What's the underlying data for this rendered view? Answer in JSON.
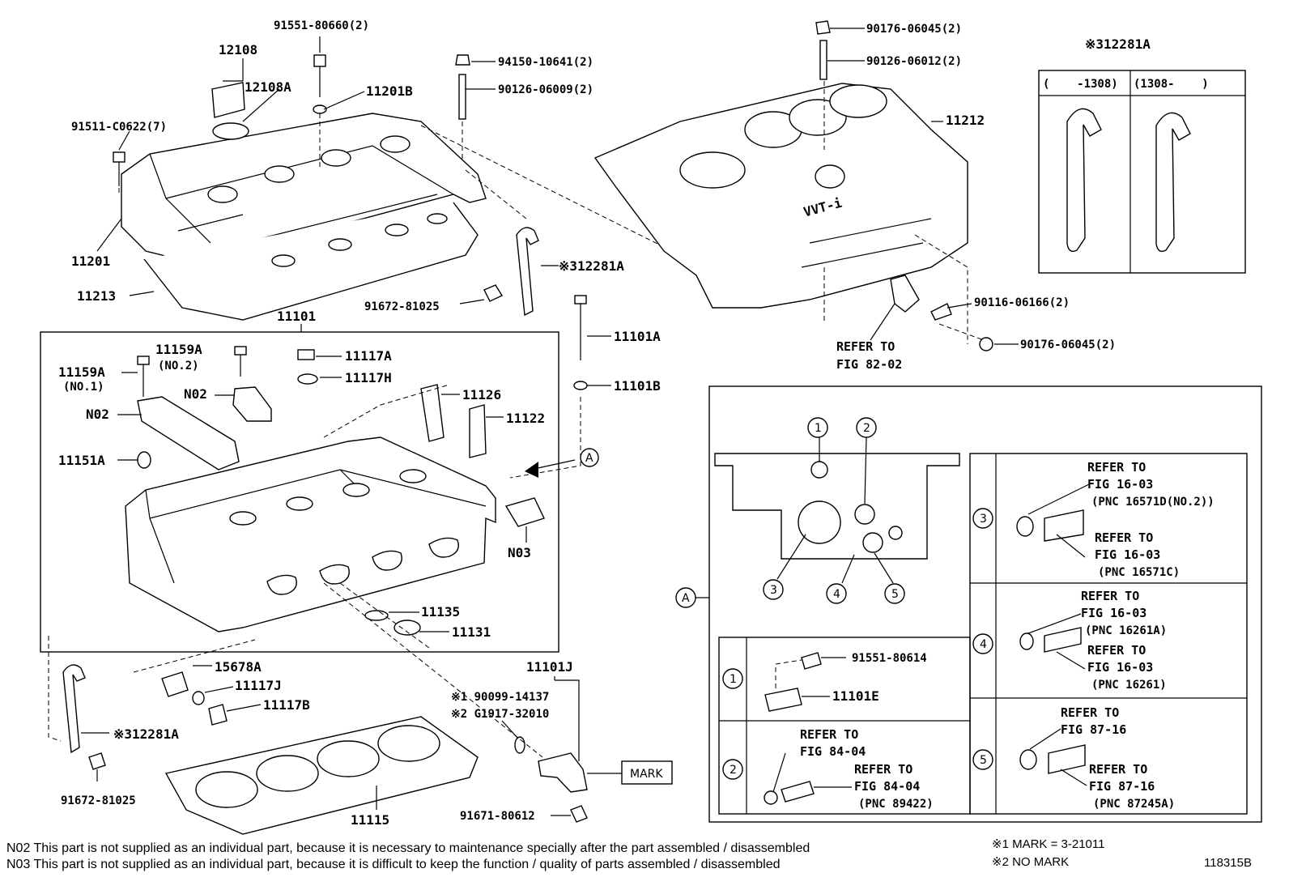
{
  "labels": {
    "p12108": "12108",
    "p12108A": "12108A",
    "p91551_80660": "91551-80660(2)",
    "p94150": "94150-10641(2)",
    "p90126_06009": "90126-06009(2)",
    "p11201B": "11201B",
    "p91511": "91511-C0622(7)",
    "p11201": "11201",
    "p11213": "11213",
    "p11101": "11101",
    "p91672_top": "91672-81025",
    "p12281A_mid": "※312281A",
    "p11159A_no2": "11159A",
    "p11159A_no2_sub": "(NO.2)",
    "p11159A_no1": "11159A",
    "p11159A_no1_sub": "(NO.1)",
    "pN02_a": "N02",
    "pN02_b": "N02",
    "p11117A": "11117A",
    "p11117H": "11117H",
    "p11101A": "11101A",
    "p11101B": "11101B",
    "p11126": "11126",
    "p11122": "11122",
    "p11151A": "11151A",
    "pA_arrow": "A",
    "pN03": "N03",
    "p11135": "11135",
    "p11131": "11131",
    "p15678A": "15678A",
    "p11117J": "11117J",
    "p11117B": "11117B",
    "p12281A_low": "※312281A",
    "p91672_low": "91672-81025",
    "p11115": "11115",
    "p11101J": "11101J",
    "p90099": "※1 90099-14137",
    "pG1917": "※2 G1917-32010",
    "pMARK": "MARK",
    "p91671": "91671-80612",
    "p90176_top": "90176-06045(2)",
    "p90126_06012": "90126-06012(2)",
    "p11212": "11212",
    "p90116": "90116-06166(2)",
    "p90176_low": "90176-06045(2)",
    "refer_82_a": "REFER TO",
    "refer_82_b": "FIG 82-02",
    "logo_vvti": "VVT-i",
    "inset_title": "※312281A",
    "inset_col1": "(    -1308)",
    "inset_col2": "(1308-    )",
    "detail_A": "A",
    "c1": "1",
    "c2": "2",
    "c3": "3",
    "c4": "4",
    "c5": "5",
    "d1_91551": "91551-80614",
    "d1_11101E": "11101E",
    "d2_ref1a": "REFER TO",
    "d2_ref1b": "FIG 84-04",
    "d2_ref2a": "REFER TO",
    "d2_ref2b": "FIG 84-04",
    "d2_pnc": "(PNC 89422)",
    "d3_ref1a": "REFER TO",
    "d3_ref1b": "FIG 16-03",
    "d3_pnc1": "(PNC 16571D(NO.2))",
    "d3_ref2a": "REFER TO",
    "d3_ref2b": "FIG 16-03",
    "d3_pnc2": "(PNC 16571C)",
    "d4_ref1a": "REFER TO",
    "d4_ref1b": "FIG 16-03",
    "d4_pnc1": "(PNC 16261A)",
    "d4_ref2a": "REFER TO",
    "d4_ref2b": "FIG 16-03",
    "d4_pnc2": "(PNC 16261)",
    "d5_ref1a": "REFER TO",
    "d5_ref1b": "FIG 87-16",
    "d5_ref2a": "REFER TO",
    "d5_ref2b": "FIG 87-16",
    "d5_pnc2": "(PNC 87245A)"
  },
  "notes": {
    "n02": "N02  This part is not supplied as an individual part, because it is necessary to maintenance specially after the part assembled / disassembled",
    "n03": "N03  This part is not supplied as an individual part, because it is difficult to keep the function / quality of parts  assembled / disassembled"
  },
  "legend": {
    "mark1": "※1 MARK = 3-21011",
    "mark2": "※2 NO MARK"
  },
  "figure_id": "118315B"
}
